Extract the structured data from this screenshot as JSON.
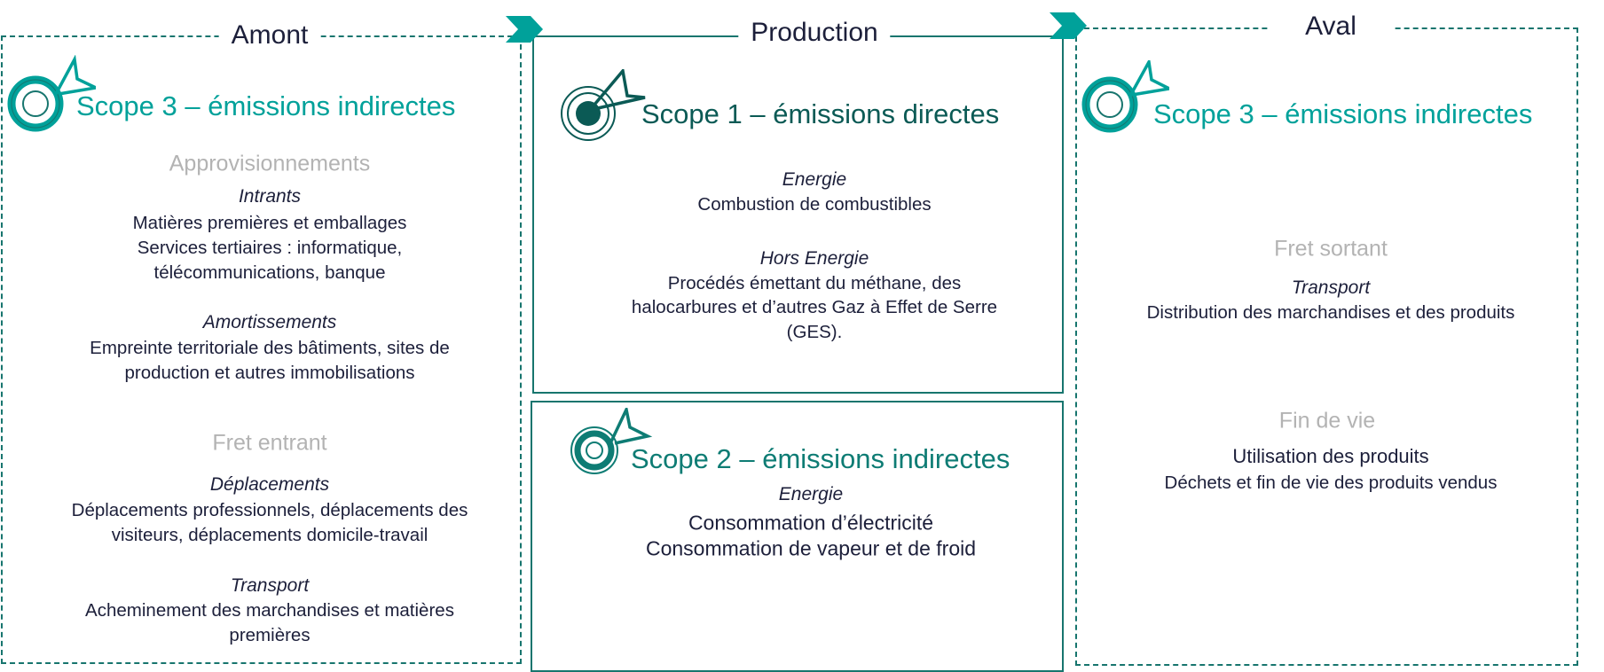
{
  "colors": {
    "scope3": "#00a19a",
    "scope1": "#0b5a55",
    "scope2": "#0e7c74",
    "border": "#17756e",
    "section": "#b3b3b3",
    "text": "#1c1f3a"
  },
  "amont": {
    "header": "Amont",
    "scope_title": "Scope 3 – émissions indirectes",
    "icon": "target-icon",
    "sections": [
      {
        "label": "Approvisionnements",
        "groups": [
          {
            "title": "Intrants",
            "lines": [
              "Matières premières et emballages",
              "Services tertiaires : informatique,",
              "télécommunications, banque"
            ]
          },
          {
            "title": "Amortissements",
            "lines": [
              "Empreinte territoriale des bâtiments, sites de",
              "production et autres immobilisations"
            ]
          }
        ]
      },
      {
        "label": "Fret entrant",
        "groups": [
          {
            "title": "Déplacements",
            "lines": [
              "Déplacements professionnels, déplacements des",
              "visiteurs, déplacements domicile-travail"
            ]
          },
          {
            "title": "Transport",
            "lines": [
              "Acheminement des marchandises et matières",
              "premières"
            ]
          }
        ]
      }
    ]
  },
  "production": {
    "header": "Production",
    "scope1": {
      "title": "Scope 1 – émissions directes",
      "groups": [
        {
          "title": "Energie",
          "lines": [
            "Combustion de combustibles"
          ]
        },
        {
          "title": "Hors Energie",
          "lines": [
            "Procédés émettant du méthane, des",
            "halocarbures et d’autres Gaz à Effet de Serre",
            "(GES)."
          ]
        }
      ]
    },
    "scope2": {
      "title": "Scope 2 – émissions indirectes",
      "groups": [
        {
          "title": "Energie",
          "lines": [
            "Consommation d’électricité",
            "Consommation de vapeur et de froid"
          ]
        }
      ]
    }
  },
  "aval": {
    "header": "Aval",
    "scope_title": "Scope 3 –  émissions indirectes",
    "sections": [
      {
        "label": "Fret sortant",
        "groups": [
          {
            "title": "Transport",
            "lines": [
              "Distribution des marchandises et des produits"
            ]
          }
        ]
      },
      {
        "label": "Fin de vie",
        "groups": [
          {
            "title": "Utilisation des produits",
            "lines": [
              "Déchets et fin de vie des produits vendus"
            ]
          }
        ]
      }
    ]
  }
}
